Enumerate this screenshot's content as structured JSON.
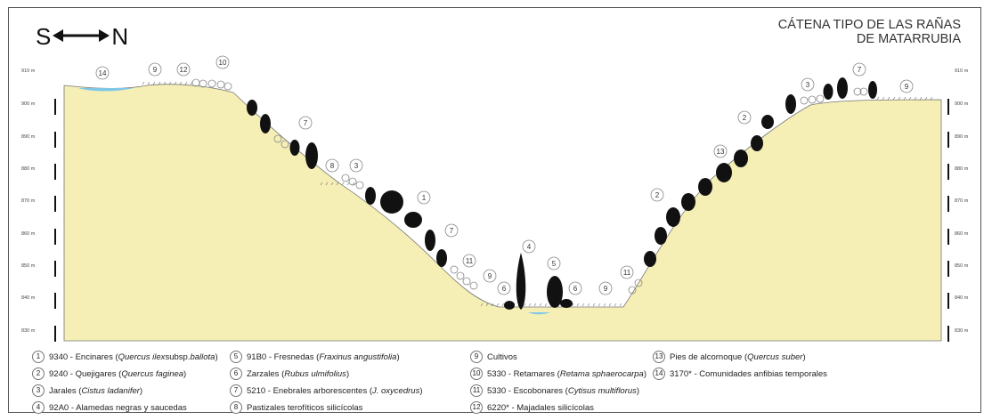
{
  "compass": {
    "south": "S",
    "north": "N"
  },
  "title": {
    "line1": "CÁTENA TIPO DE LAS RAÑAS",
    "line2": "DE MATARRUBIA"
  },
  "elevation_labels": [
    "910 m",
    "900 m",
    "890 m",
    "880 m",
    "870 m",
    "860 m",
    "850 m",
    "840 m",
    "830 m"
  ],
  "profile_badges": [
    "14",
    "9",
    "12",
    "10",
    "7",
    "8",
    "3",
    "1",
    "7",
    "11",
    "9",
    "6",
    "4",
    "5",
    "6",
    "9",
    "11",
    "2",
    "13",
    "2",
    "3",
    "7",
    "9"
  ],
  "legend": [
    {
      "num": "1",
      "code": "9340 - Encinares (",
      "sci": "Quercus ilex",
      "rest": " subsp. ",
      "sci2": "ballota",
      "end": ")"
    },
    {
      "num": "2",
      "code": "9240 - Quejigares (",
      "sci": "Quercus faginea",
      "rest": "",
      "sci2": "",
      "end": ")"
    },
    {
      "num": "3",
      "code": "Jarales (",
      "sci": "Cistus ladanifer",
      "rest": "",
      "sci2": "",
      "end": ")"
    },
    {
      "num": "4",
      "code": "92A0 - Alamedas negras y saucedas",
      "sci": "",
      "rest": "",
      "sci2": "",
      "end": ""
    },
    {
      "num": "5",
      "code": "91B0 - Fresnedas (",
      "sci": "Fraxinus angustifolia",
      "rest": "",
      "sci2": "",
      "end": ")"
    },
    {
      "num": "6",
      "code": "Zarzales (",
      "sci": "Rubus ulmifolius",
      "rest": "",
      "sci2": "",
      "end": ")"
    },
    {
      "num": "7",
      "code": "5210 - Enebrales arborescentes (",
      "sci": "J. oxycedrus",
      "rest": "",
      "sci2": "",
      "end": ")"
    },
    {
      "num": "8",
      "code": "Pastizales terofíticos silicícolas",
      "sci": "",
      "rest": "",
      "sci2": "",
      "end": ""
    },
    {
      "num": "9",
      "code": "Cultivos",
      "sci": "",
      "rest": "",
      "sci2": "",
      "end": ""
    },
    {
      "num": "10",
      "code": "5330 - Retamares (",
      "sci": "Retama sphaerocarpa",
      "rest": "",
      "sci2": "",
      "end": ")"
    },
    {
      "num": "11",
      "code": "5330 - Escobonares (",
      "sci": "Cytisus multiflorus",
      "rest": "",
      "sci2": "",
      "end": ")"
    },
    {
      "num": "12",
      "code": "6220* - Majadales silicícolas",
      "sci": "",
      "rest": "",
      "sci2": "",
      "end": ""
    },
    {
      "num": "13",
      "code": "Pies de alcornoque (",
      "sci": "Quercus suber",
      "rest": "",
      "sci2": "",
      "end": ")"
    },
    {
      "num": "14",
      "code": "3170* - Comunidades anfibias temporales",
      "sci": "",
      "rest": "",
      "sci2": "",
      "end": ""
    }
  ],
  "colors": {
    "terrain": "#f5efb5",
    "water": "#7fc7e8",
    "tree": "#111111",
    "shrub": "#9a9a9a",
    "frame": "#555555"
  }
}
